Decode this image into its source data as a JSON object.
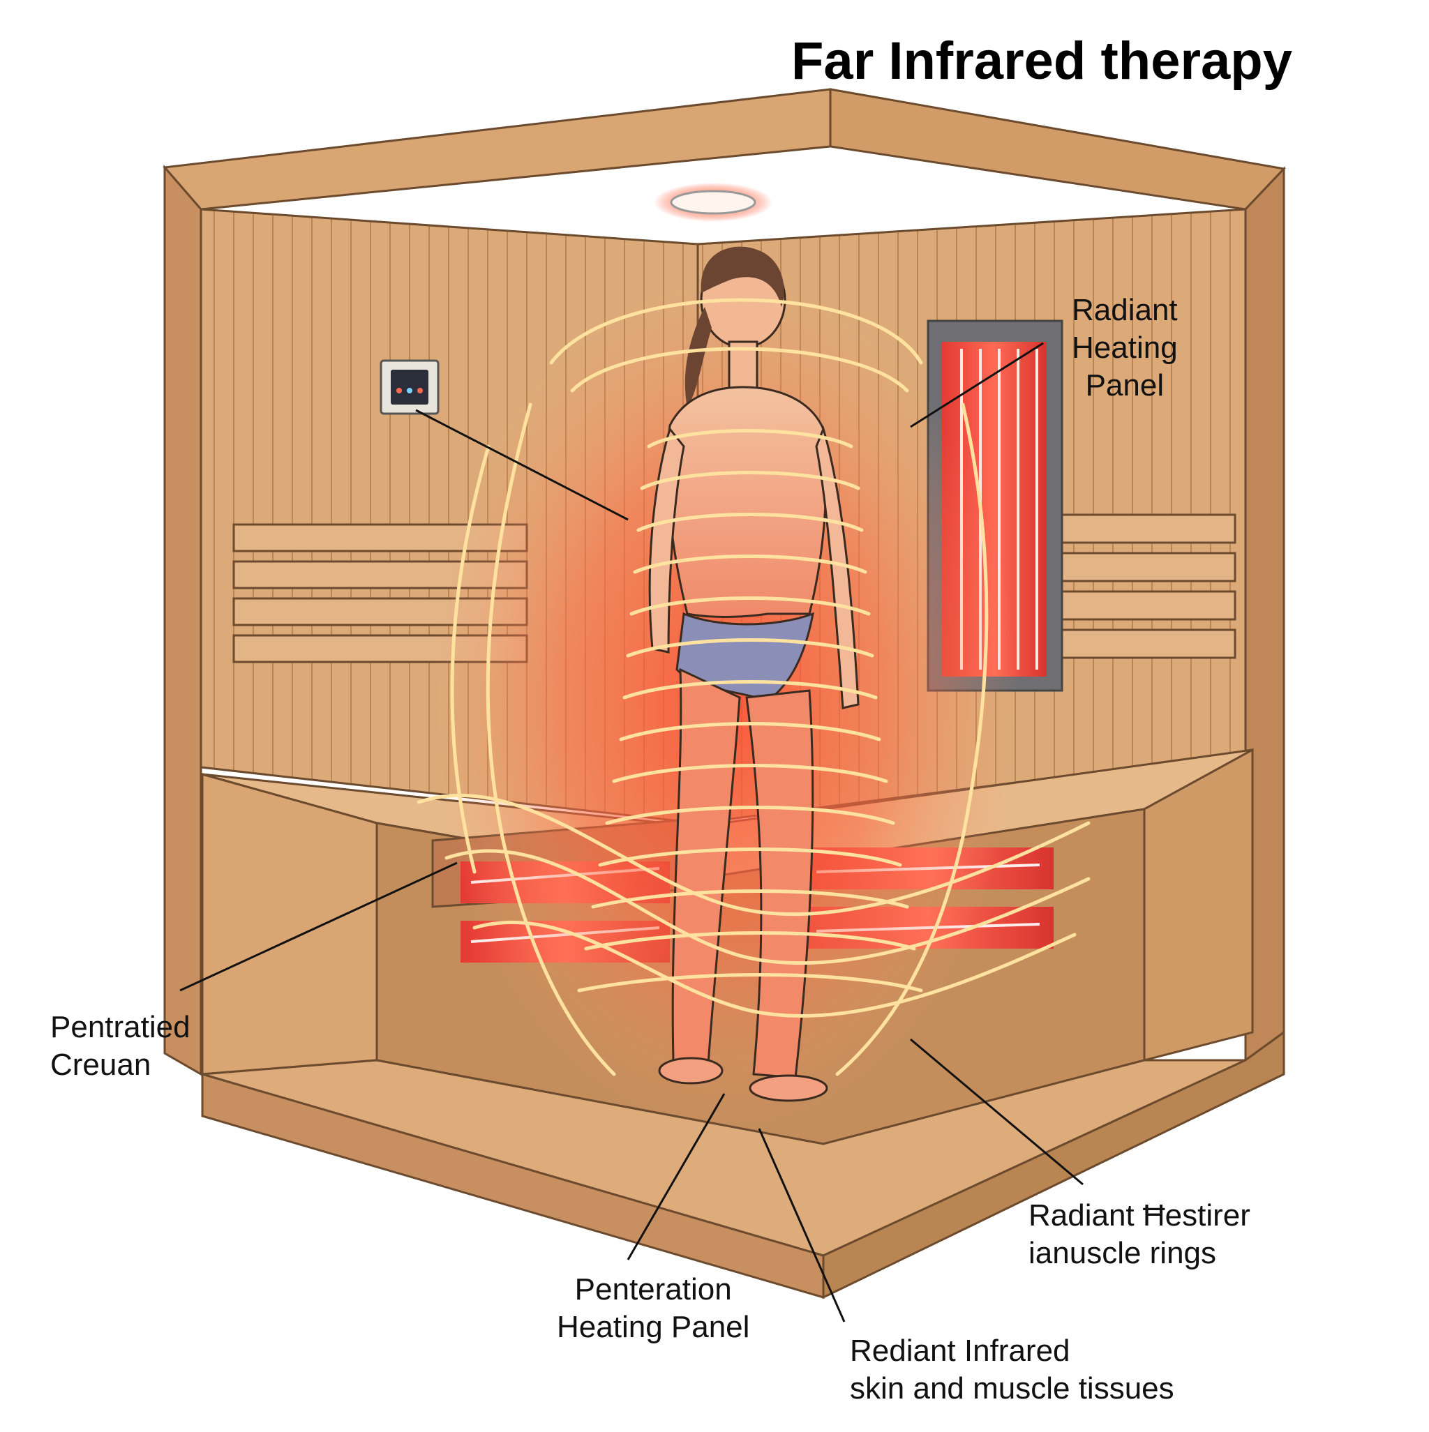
{
  "title": "Far Infrared therapy",
  "labels": {
    "top_right": [
      "Radiant",
      "Heating",
      "Panel"
    ],
    "left": [
      "Pentratied",
      "Creuan"
    ],
    "bottom_center": [
      "Penteration",
      "Heating Panel"
    ],
    "bottom_right": [
      "Radiant Ħestirer",
      "ianuscle rings"
    ],
    "bottom": [
      "Rediant Infrared",
      "skin and muscle tissues"
    ]
  },
  "colors": {
    "wood": "#d9a572",
    "wood_dark": "#b98552",
    "wood_light": "#e8bf92",
    "outline": "#6b4a2e",
    "glow": "#ff5a3c",
    "wave": "#ffe2a0",
    "heater": "#e8403a",
    "panel_frame": "#6f6f73"
  }
}
